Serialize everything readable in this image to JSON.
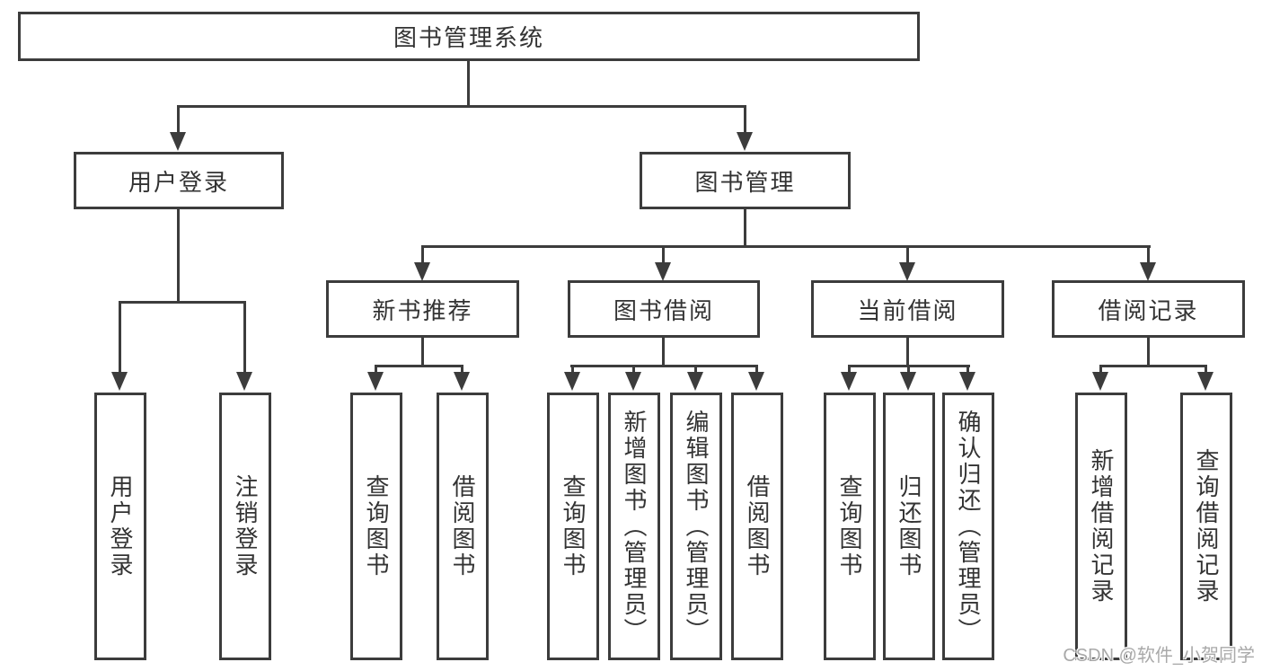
{
  "diagram": {
    "root": {
      "label": "图书管理系统"
    },
    "level2": {
      "user_login": {
        "label": "用户登录"
      },
      "book_management": {
        "label": "图书管理"
      }
    },
    "level3": {
      "new_book_recommend": {
        "label": "新书推荐"
      },
      "book_borrow": {
        "label": "图书借阅"
      },
      "current_borrow": {
        "label": "当前借阅"
      },
      "borrow_records": {
        "label": "借阅记录"
      }
    },
    "leaves": {
      "user_login": {
        "label": "用户登录"
      },
      "logout": {
        "label": "注销登录"
      },
      "nb_query_books": {
        "label": "查询图书"
      },
      "nb_borrow_books": {
        "label": "借阅图书"
      },
      "bb_query_books": {
        "label": "查询图书"
      },
      "bb_add_books": {
        "label": "新增图书（管理员）"
      },
      "bb_edit_books": {
        "label": "编辑图书（管理员）"
      },
      "bb_borrow_books": {
        "label": "借阅图书"
      },
      "cb_query_books": {
        "label": "查询图书"
      },
      "cb_return_books": {
        "label": "归还图书"
      },
      "cb_confirm_return": {
        "label": "确认归还（管理员）"
      },
      "br_add_record": {
        "label": "新增借阅记录"
      },
      "br_query_record": {
        "label": "查询借阅记录"
      }
    },
    "colors": {
      "border": "#3c3c3c",
      "text": "#333333",
      "background": "#ffffff",
      "watermark": "#a9a9a9"
    }
  },
  "watermark": {
    "text": "CSDN @软件_小贺同学"
  }
}
